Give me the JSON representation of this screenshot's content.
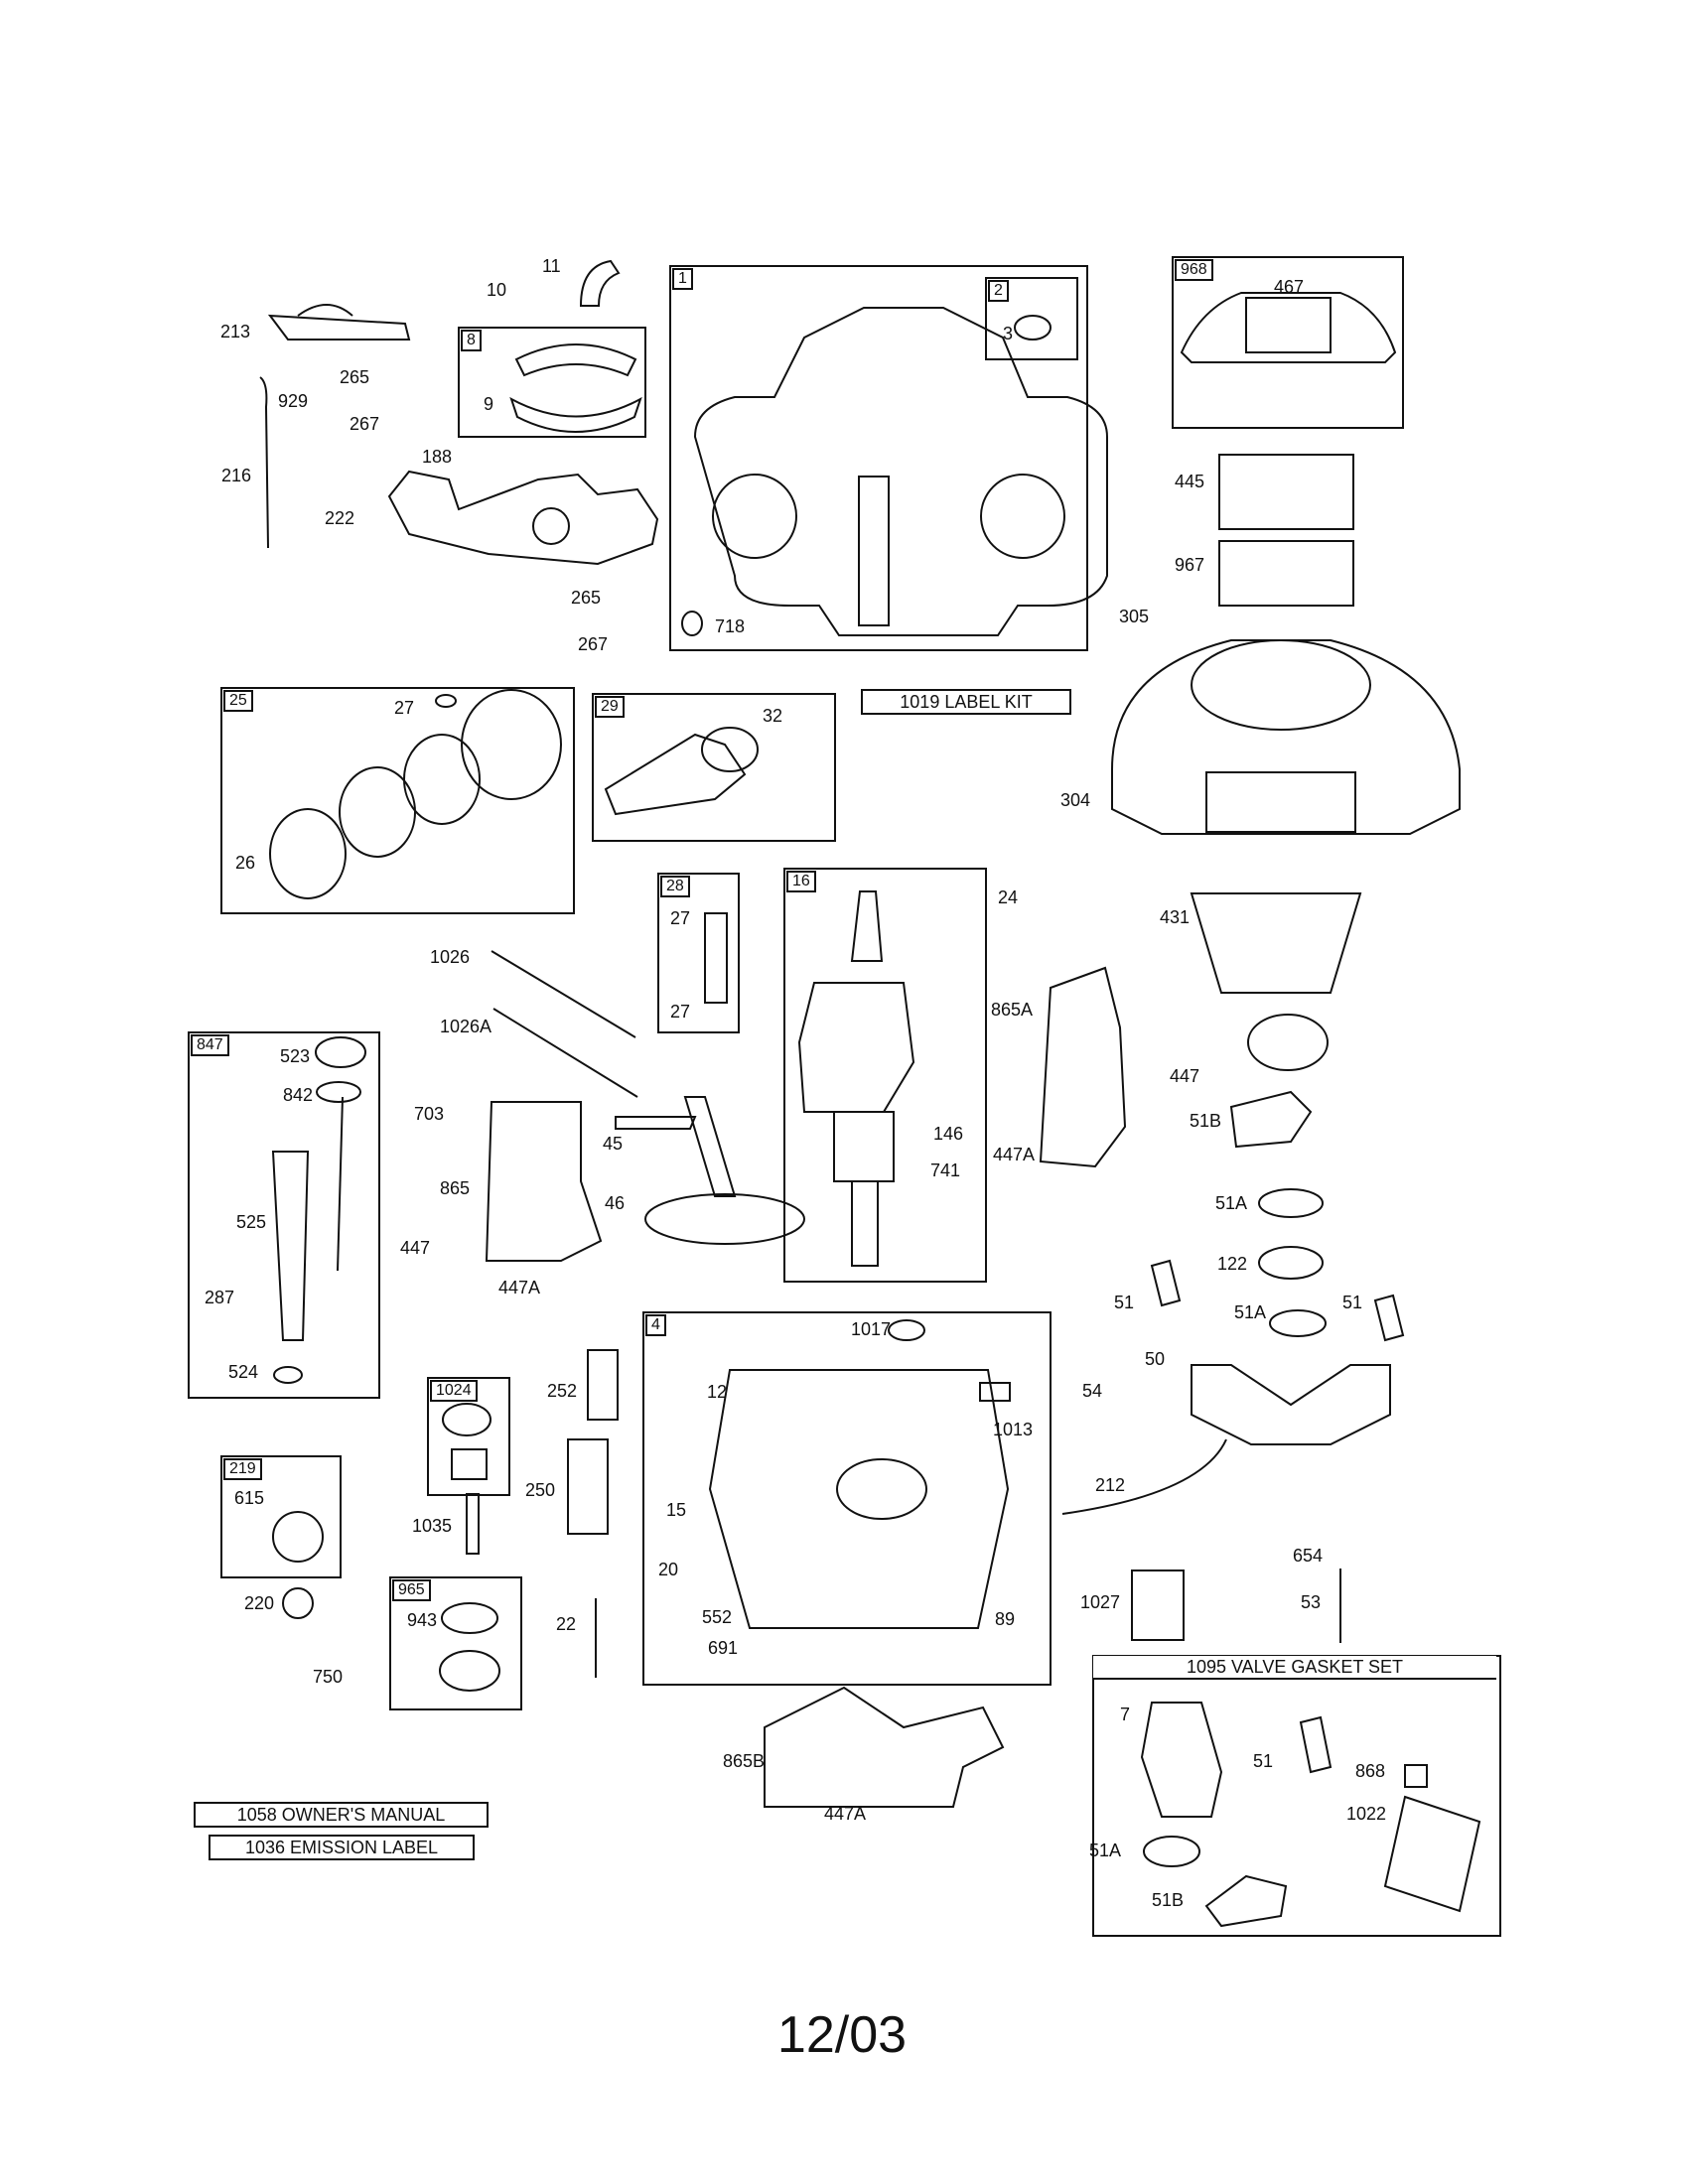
{
  "boxes": {
    "b1": "1",
    "b2": "2",
    "b8": "8",
    "b968": "968",
    "b25": "25",
    "b29": "29",
    "b28": "28",
    "b16": "16",
    "b847": "847",
    "b1024": "1024",
    "b219": "219",
    "b965": "965",
    "b4": "4"
  },
  "labels": {
    "l213": "213",
    "l10": "10",
    "l11": "11",
    "l265a": "265",
    "l929": "929",
    "l267a": "267",
    "l216": "216",
    "l188": "188",
    "l222": "222",
    "l265b": "265",
    "l267b": "267",
    "l9": "9",
    "l3": "3",
    "l718": "718",
    "l467": "467",
    "l445": "445",
    "l967": "967",
    "l305": "305",
    "l304": "304",
    "l27a": "27",
    "l26": "26",
    "l32": "32",
    "l27b": "27",
    "l27c": "27",
    "l24": "24",
    "l431": "431",
    "l1026": "1026",
    "l1026a": "1026A",
    "l146": "146",
    "l741": "741",
    "l865a": "865A",
    "l447a": "447",
    "l447aa": "447A",
    "l51b": "51B",
    "l523": "523",
    "l842": "842",
    "l703": "703",
    "l45": "45",
    "l865": "865",
    "l46": "46",
    "l525": "525",
    "l447b": "447",
    "l447ab": "447A",
    "l287": "287",
    "l524": "524",
    "l51aa": "51A",
    "l122": "122",
    "l51a": "51",
    "l51ab": "51A",
    "l51b2": "51",
    "l50": "50",
    "l54": "54",
    "l1017": "1017",
    "l12": "12",
    "l1013": "1013",
    "l252": "252",
    "l615": "615",
    "l250": "250",
    "l1035": "1035",
    "l212": "212",
    "l15": "15",
    "l20": "20",
    "l654": "654",
    "l220": "220",
    "l943": "943",
    "l22": "22",
    "l552": "552",
    "l89": "89",
    "l1027": "1027",
    "l53": "53",
    "l691": "691",
    "l750": "750",
    "l7": "7",
    "l51c": "51",
    "l868": "868",
    "l1022": "1022",
    "l865b": "865B",
    "l447ac": "447A",
    "l51ac": "51A",
    "l51bc": "51B"
  },
  "kits": {
    "label_kit": "1019 LABEL KIT",
    "valve_gasket": "1095 VALVE GASKET SET",
    "owners_manual": "1058 OWNER'S MANUAL",
    "emission_label": "1036 EMISSION LABEL"
  },
  "footer": {
    "date_code": "12/03"
  }
}
